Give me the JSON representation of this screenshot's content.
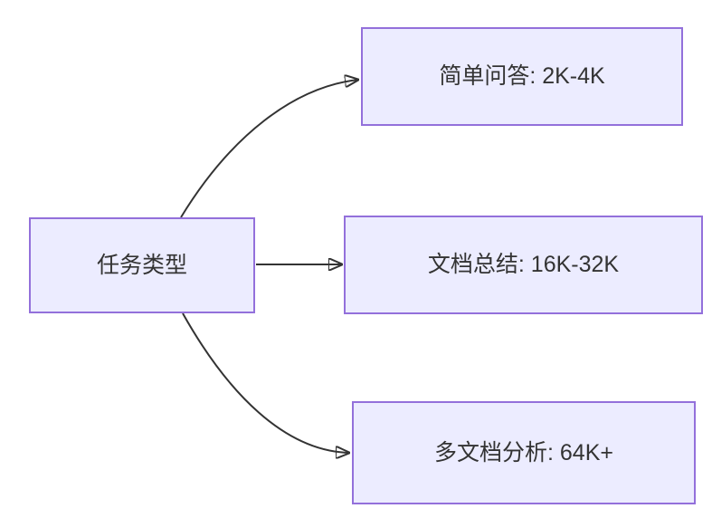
{
  "diagram": {
    "type": "flowchart",
    "direction": "left-to-right",
    "nodes": [
      {
        "id": "root",
        "label": "任务类型",
        "role": "source"
      },
      {
        "id": "qa",
        "label": "简单问答: 2K-4K",
        "role": "target"
      },
      {
        "id": "summary",
        "label": "文档总结: 16K-32K",
        "role": "target"
      },
      {
        "id": "multi",
        "label": "多文档分析: 64K+",
        "role": "target"
      }
    ],
    "edges": [
      {
        "from": "root",
        "to": "qa",
        "style": "curved-up",
        "arrowhead": "filled-triangle"
      },
      {
        "from": "root",
        "to": "summary",
        "style": "straight",
        "arrowhead": "filled-triangle"
      },
      {
        "from": "root",
        "to": "multi",
        "style": "curved-down",
        "arrowhead": "filled-triangle"
      }
    ],
    "colors": {
      "background": "#ffffff",
      "node_fill": "#ECECFF",
      "node_border": "#9370DB",
      "edge": "#333333",
      "text": "#333333"
    }
  }
}
